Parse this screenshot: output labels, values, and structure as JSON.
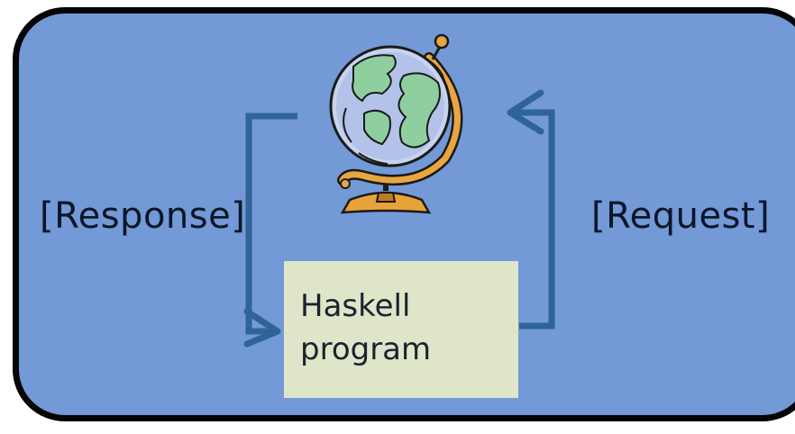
{
  "labels": {
    "response": "[Response]",
    "request": "[Request]"
  },
  "program": {
    "line1": "Haskell",
    "line2": "program"
  },
  "icons": {
    "world": "globe-icon"
  },
  "colors": {
    "panel": "#7399d6",
    "border": "#050505",
    "arrow": "#2f6496",
    "program_box": "#dfe5c8",
    "text": "#0b1628"
  }
}
